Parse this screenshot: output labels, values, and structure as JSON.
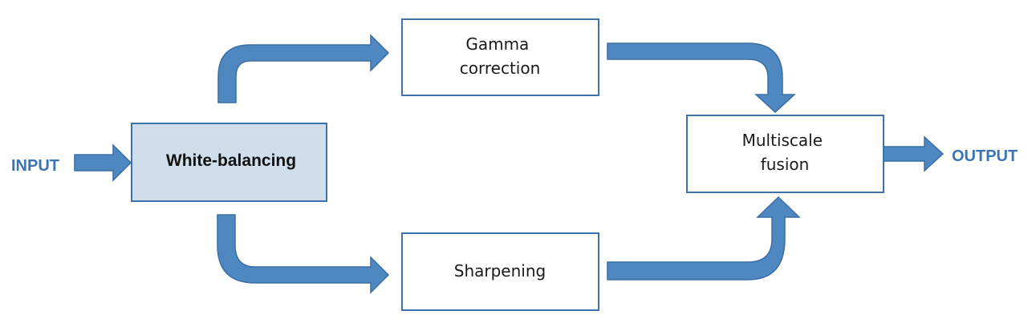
{
  "colors": {
    "arrow_fill": "#4F87C0",
    "arrow_stroke": "#3A6EA5",
    "box_stroke": "#3E72AC",
    "highlight_fill": "#D0DDEA",
    "io_text": "#3C74B3"
  },
  "input_label": "INPUT",
  "output_label": "OUTPUT",
  "nodes": {
    "white_balancing": {
      "label": "White-balancing"
    },
    "gamma_correction": {
      "line1": "Gamma",
      "line2": "correction"
    },
    "sharpening": {
      "label": "Sharpening"
    },
    "multiscale_fusion": {
      "line1": "Multiscale",
      "line2": "fusion"
    }
  }
}
